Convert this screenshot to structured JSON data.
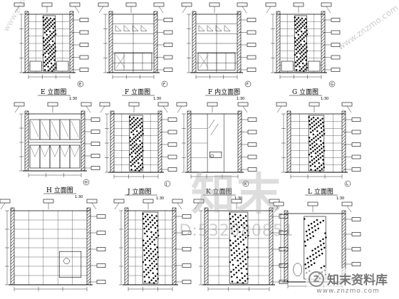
{
  "sheet": {
    "elevations": [
      {
        "id": "E",
        "title": "E 立面图",
        "scale": "1:30",
        "pattern": "tile-dark",
        "mark": "E"
      },
      {
        "id": "F",
        "title": "F 立面图",
        "scale": "1:30",
        "pattern": "shelves",
        "mark": "F"
      },
      {
        "id": "F2",
        "title": "F 内立面图",
        "scale": "1:30",
        "pattern": "shelves",
        "mark": "F"
      },
      {
        "id": "G",
        "title": "G 立面图",
        "scale": "1:30",
        "pattern": "tile-dark",
        "mark": "G"
      },
      {
        "id": "H",
        "title": "H 立面图",
        "scale": "1:30",
        "pattern": "cabinet",
        "mark": "H"
      },
      {
        "id": "J",
        "title": "J 立面图",
        "scale": "1:30",
        "pattern": "stone",
        "mark": "J"
      },
      {
        "id": "K",
        "title": "K 立面图",
        "scale": "1:30",
        "pattern": "glass",
        "mark": "K"
      },
      {
        "id": "L",
        "title": "L 立面图",
        "scale": "1:30",
        "pattern": "stone",
        "mark": "L"
      },
      {
        "id": "M",
        "title": "",
        "scale": "",
        "pattern": "grid",
        "mark": ""
      },
      {
        "id": "N",
        "title": "",
        "scale": "",
        "pattern": "stone-small",
        "mark": ""
      },
      {
        "id": "O",
        "title": "",
        "scale": "",
        "pattern": "stone-tall",
        "mark": ""
      },
      {
        "id": "P",
        "title": "",
        "scale": "",
        "pattern": "bath",
        "mark": ""
      }
    ]
  },
  "watermark": {
    "brand": "知末",
    "id_text": "ID:532080851",
    "site_name": "知末资料库",
    "site_url": "www.znzmo.com",
    "corner_text": "www.znzmo.com"
  },
  "colors": {
    "line": "#000000",
    "hatch": "#000000",
    "paper": "#ffffff"
  }
}
